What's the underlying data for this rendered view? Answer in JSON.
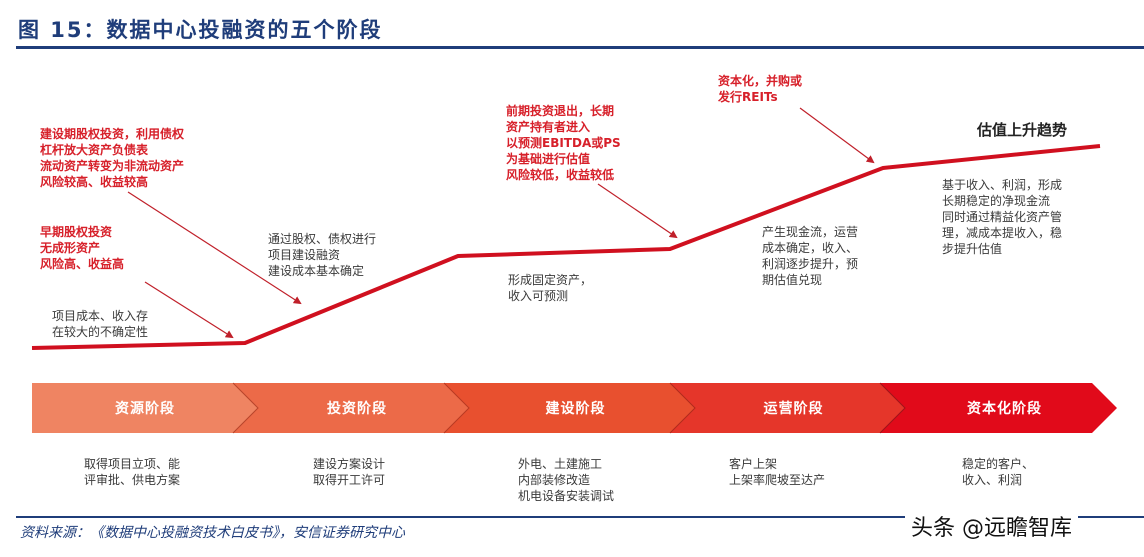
{
  "header": {
    "title": "图 15：数据中心投融资的五个阶段"
  },
  "diagram": {
    "trend_label": "估值上升趋势",
    "line_points": [
      [
        32,
        348
      ],
      [
        245,
        343
      ],
      [
        458,
        256
      ],
      [
        670,
        249
      ],
      [
        883,
        168
      ],
      [
        1100,
        146
      ]
    ],
    "line_color": "#d0101f",
    "red_notes": [
      {
        "id": "early",
        "text": "早期股权投资\n无成形资产\n风险高、收益高"
      },
      {
        "id": "construction",
        "text": "建设期股权投资，利用债权\n杠杆放大资产负债表\n流动资产转变为非流动资产\n风险较高、收益较高"
      },
      {
        "id": "exit",
        "text": "前期投资退出，长期\n资产持有者进入\n以预测EBITDA或PS\n为基础进行估值\n风险较低，收益较低"
      },
      {
        "id": "capitalize",
        "text": "资本化，并购或\n发行REITs"
      }
    ],
    "gray_notes": [
      {
        "id": "uncertain",
        "text": "项目成本、收入存\n在较大的不确定性"
      },
      {
        "id": "financing",
        "text": "通过股权、债权进行\n项目建设融资\n建设成本基本确定"
      },
      {
        "id": "fixed-assets",
        "text": "形成固定资产，\n收入可预测"
      },
      {
        "id": "cashflow",
        "text": "产生现金流，运营\n成本确定，收入、\n利润逐步提升，预\n期估值兑现"
      },
      {
        "id": "steady",
        "text": "基于收入、利润，形成\n长期稳定的净现金流\n同时通过精益化资产管\n理，减成本提收入，稳\n步提升估值"
      }
    ]
  },
  "stages": [
    {
      "label": "资源阶段",
      "color": "#ef8462",
      "desc": "取得项目立项、能\n评审批、供电方案"
    },
    {
      "label": "投资阶段",
      "color": "#ec6a48",
      "desc": "建设方案设计\n取得开工许可"
    },
    {
      "label": "建设阶段",
      "color": "#e8502f",
      "desc": "外电、土建施工\n内部装修改造\n机电设备安装调试"
    },
    {
      "label": "运营阶段",
      "color": "#e5362a",
      "desc": "客户上架\n上架率爬坡至达产"
    },
    {
      "label": "资本化阶段",
      "color": "#e10a1a",
      "desc": "稳定的客户、\n收入、利润"
    }
  ],
  "footer": {
    "source": "资料来源：《数据中心投融资技术白皮书》，安信证券研究中心",
    "watermark": "头条 @远瞻智库"
  }
}
